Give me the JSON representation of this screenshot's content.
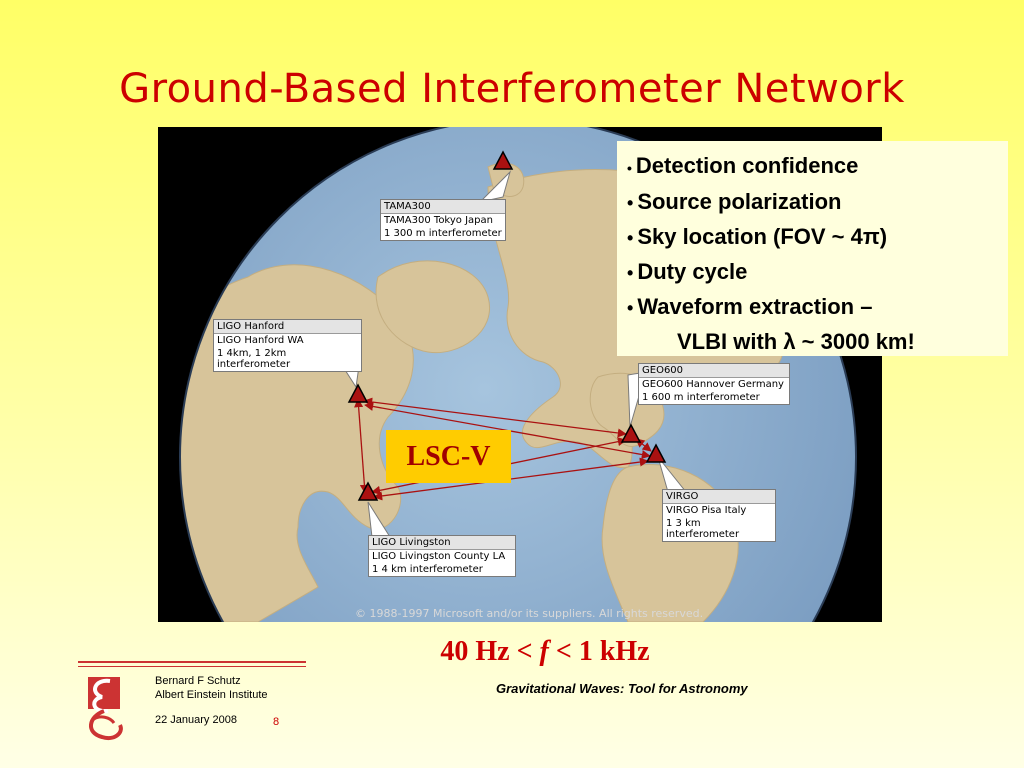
{
  "slide": {
    "title": "Ground-Based Interferometer Network",
    "frequency": {
      "prefix": "40 Hz < ",
      "variable": "f",
      "suffix": " < 1 kHz"
    },
    "network_label": "LSC-V"
  },
  "map": {
    "copyright": "© 1988-1997 Microsoft and/or its suppliers.  All rights reserved.",
    "colors": {
      "ocean": "#8aaccd",
      "land": "#d7c49a",
      "marker": "#aa1111",
      "arrow": "#aa1111"
    },
    "detectors": [
      {
        "header": "TAMA300",
        "line1": "TAMA300 Tokyo Japan",
        "line2": "1 300 m interferometer"
      },
      {
        "header": "LIGO Hanford",
        "line1": "LIGO Hanford WA",
        "line2": "1 4km, 1 2km interferometer"
      },
      {
        "header": "GEO600",
        "line1": "GEO600 Hannover Germany",
        "line2": "1 600 m interferometer"
      },
      {
        "header": "VIRGO",
        "line1": "VIRGO Pisa Italy",
        "line2": "1 3 km interferometer"
      },
      {
        "header": "LIGO Livingston",
        "line1": "LIGO Livingston County LA",
        "line2": "1 4 km interferometer"
      }
    ]
  },
  "bullets": {
    "items": [
      "Detection confidence",
      "Source polarization",
      "Sky location (FOV ~ 4π)",
      "Duty cycle",
      "Waveform extraction –"
    ],
    "continuation": "VLBI with λ ~ 3000 km!",
    "marker": "•"
  },
  "footer": {
    "author": "Bernard F Schutz",
    "institute": "Albert Einstein Institute",
    "date": "22 January 2008",
    "page": "8",
    "course": "Gravitational Waves: Tool for Astronomy",
    "accent_color": "#cc3333"
  }
}
